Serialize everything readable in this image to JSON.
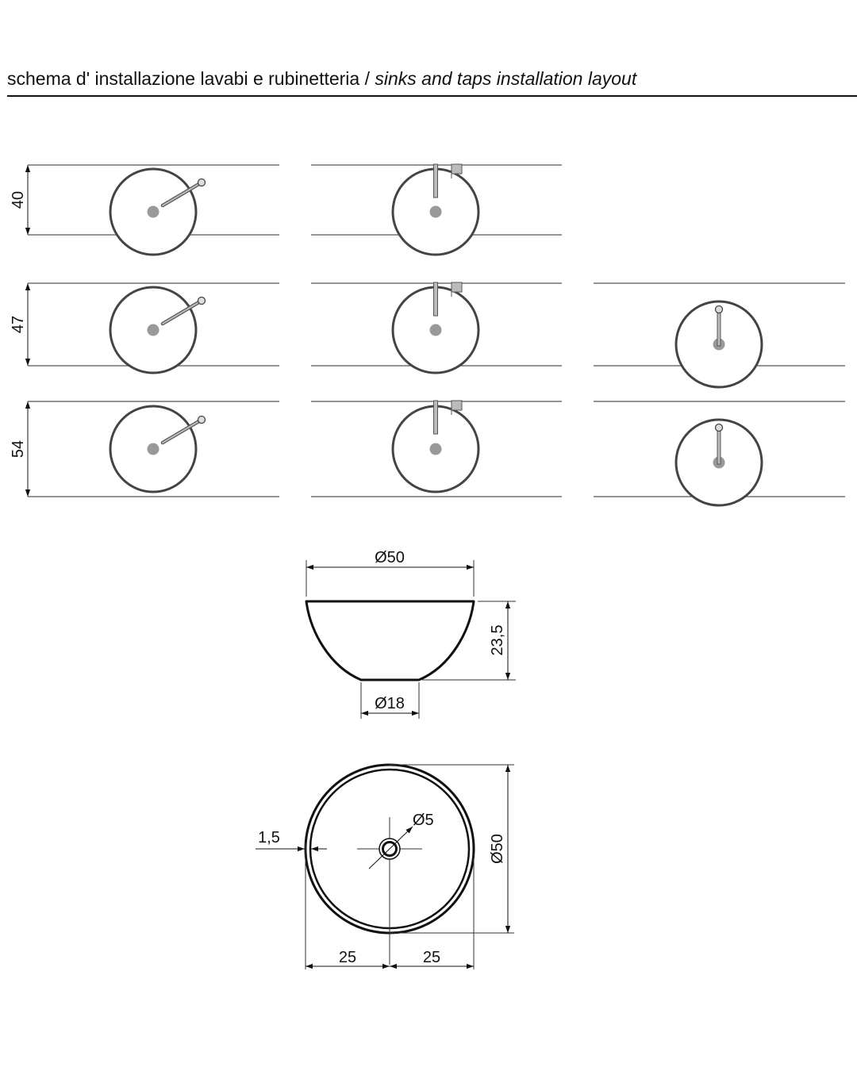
{
  "title": {
    "italian": "schema d' installazione lavabi e rubinetteria",
    "separator": " / ",
    "english": "sinks and taps installation layout"
  },
  "layout_rows": [
    {
      "height_label": "40",
      "variants": [
        "deck-tap",
        "wall-tap",
        "none"
      ]
    },
    {
      "height_label": "47",
      "variants": [
        "deck-tap",
        "wall-tap",
        "rear-tap"
      ]
    },
    {
      "height_label": "54",
      "variants": [
        "deck-tap",
        "wall-tap",
        "rear-tap"
      ]
    }
  ],
  "side_view": {
    "top_diameter": "Ø50",
    "height": "23,5",
    "base_diameter": "Ø18"
  },
  "plan_view": {
    "rim_thickness": "1,5",
    "drain_diameter": "Ø5",
    "outer_diameter": "Ø50",
    "half_left": "25",
    "half_right": "25"
  }
}
